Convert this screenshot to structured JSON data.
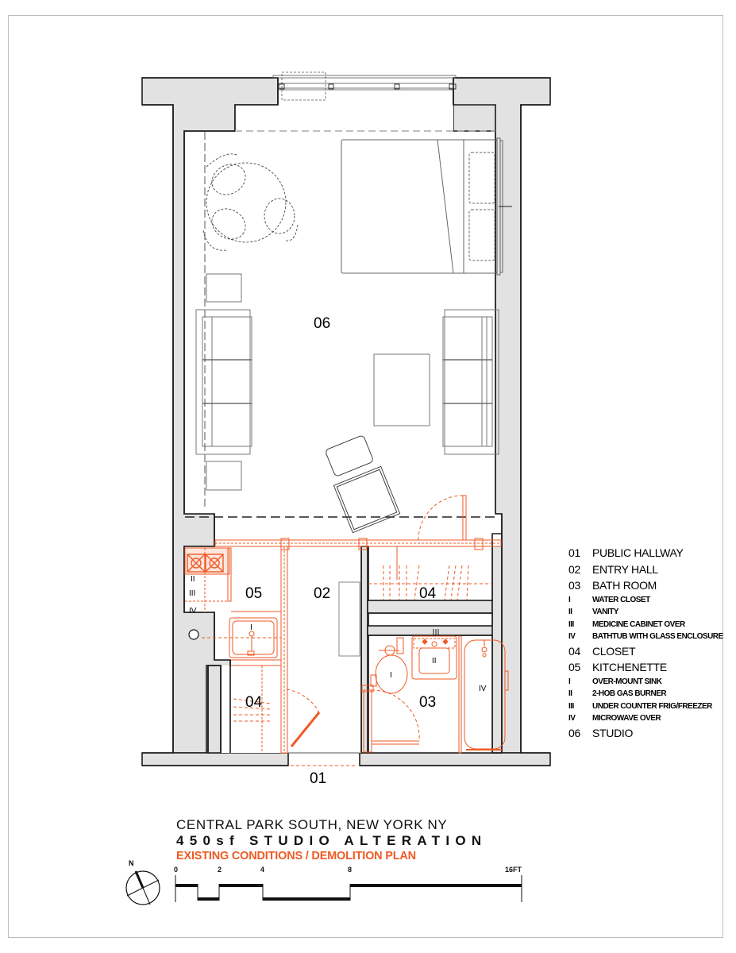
{
  "rooms": {
    "studio": "06",
    "kitchenette": "05",
    "entry_hall": "02",
    "closet_upper": "04",
    "closet_lower": "04",
    "bath_room": "03",
    "public_hallway": "01"
  },
  "fixture_tags": {
    "kitchen_ii": "II",
    "kitchen_iii": "III",
    "kitchen_iv": "IV",
    "kitchen_sink_i": "I",
    "bath_wc_i": "I",
    "bath_vanity_ii": "II",
    "bath_tub_iv": "IV"
  },
  "legend": [
    {
      "num": "01",
      "label": "PUBLIC HALLWAY",
      "size": "big"
    },
    {
      "num": "02",
      "label": "ENTRY HALL",
      "size": "big"
    },
    {
      "num": "03",
      "label": "BATH ROOM",
      "size": "big"
    },
    {
      "num": "I",
      "label": "WATER CLOSET",
      "size": "small"
    },
    {
      "num": "II",
      "label": "VANITY",
      "size": "small"
    },
    {
      "num": "III",
      "label": "MEDICINE CABINET OVER",
      "size": "small"
    },
    {
      "num": "IV",
      "label": "BATHTUB WITH GLASS ENCLOSURE",
      "size": "small"
    },
    {
      "num": "04",
      "label": "CLOSET",
      "size": "big"
    },
    {
      "num": "05",
      "label": "KITCHENETTE",
      "size": "big"
    },
    {
      "num": "I",
      "label": "OVER-MOUNT SINK",
      "size": "small"
    },
    {
      "num": "II",
      "label": "2-HOB GAS BURNER",
      "size": "small"
    },
    {
      "num": "III",
      "label": "UNDER COUNTER FRIG/FREEZER",
      "size": "small"
    },
    {
      "num": "IV",
      "label": "MICROWAVE OVER",
      "size": "small"
    },
    {
      "num": "06",
      "label": "STUDIO",
      "size": "big"
    }
  ],
  "title_block": {
    "line1": "CENTRAL PARK SOUTH, NEW YORK  NY",
    "line2": "450sf STUDIO ALTERATION",
    "line3": "EXISTING CONDITIONS / DEMOLITION PLAN"
  },
  "scale_bar": {
    "ticks": [
      "0",
      "2",
      "4",
      "8",
      "16FT"
    ]
  },
  "north_arrow": {
    "label": "N"
  },
  "colors": {
    "wall_fill": "#e2e2e2",
    "wall_line": "#1a1a1a",
    "demolition": "#ef5a24",
    "furniture": "#6e6e6e"
  }
}
